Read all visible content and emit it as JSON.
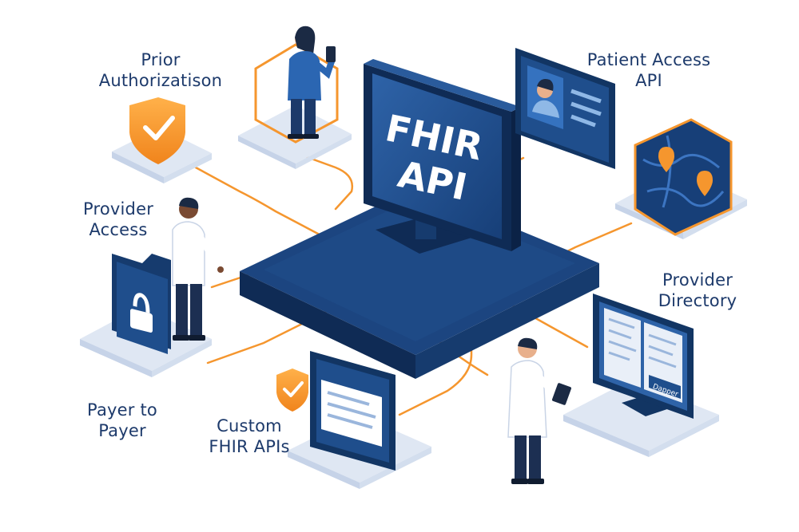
{
  "hub": {
    "line1": "FHIR",
    "line2": "API"
  },
  "labels": {
    "prior_authorization": {
      "line1": "Prior",
      "line2": "Authorizatison"
    },
    "provider_access": {
      "line1": "Provider",
      "line2": "Access"
    },
    "payer_to_payer": {
      "line1": "Payer to",
      "line2": "Payer"
    },
    "custom_fhir_apis": {
      "line1": "Custom",
      "line2": "FHIR APIs"
    },
    "patient_access_api": {
      "line1": "Patient Access",
      "line2": "API"
    },
    "provider_directory": {
      "line1": "Provider",
      "line2": "Directory"
    }
  },
  "directory_screen_button": "Dapper",
  "colors": {
    "navy": "#1d4a86",
    "navy_dark": "#14325f",
    "platform_side": "#0f2b55",
    "orange": "#f5962e",
    "tile": "#e8eef7",
    "label_text": "#1d3a6b"
  },
  "icons": [
    "check-shield-icon",
    "lock-folder-icon",
    "map-pin-icon",
    "id-card-icon",
    "document-icon"
  ]
}
